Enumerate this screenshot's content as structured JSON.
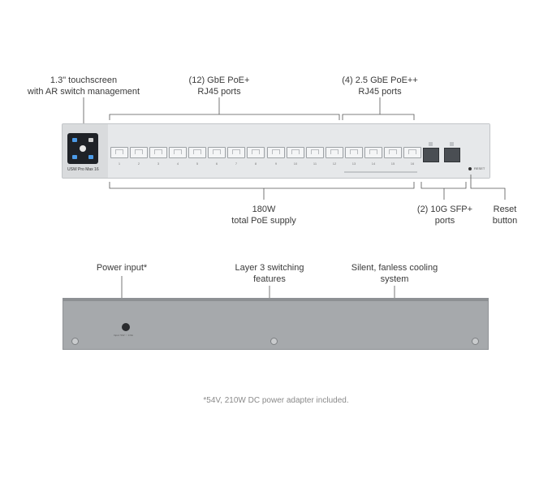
{
  "labels": {
    "touchscreen": {
      "line1": "1.3\" touchscreen",
      "line2": "with AR switch management"
    },
    "gbe": {
      "line1": "(12) GbE PoE+",
      "line2": "RJ45 ports"
    },
    "gbe25": {
      "line1": "(4) 2.5 GbE PoE++",
      "line2": "RJ45 ports"
    },
    "poe_supply": {
      "line1": "180W",
      "line2": "total PoE supply"
    },
    "sfp": {
      "line1": "(2) 10G SFP+",
      "line2": "ports"
    },
    "reset": {
      "line1": "Reset",
      "line2": "button"
    },
    "power_input": {
      "line1": "Power input*"
    },
    "layer3": {
      "line1": "Layer 3 switching",
      "line2": "features"
    },
    "cooling": {
      "line1": "Silent, fanless cooling",
      "line2": "system"
    }
  },
  "device": {
    "model_label": "USW Pro Max 16",
    "reset_label": "RESET",
    "dc_label": "Input: 54V ⎓ 3.9A",
    "port_numbers": [
      "1",
      "2",
      "3",
      "4",
      "5",
      "6",
      "7",
      "8",
      "9",
      "10",
      "11",
      "12",
      "13",
      "14",
      "15",
      "16"
    ]
  },
  "footnote": "*54V, 210W DC power adapter included."
}
